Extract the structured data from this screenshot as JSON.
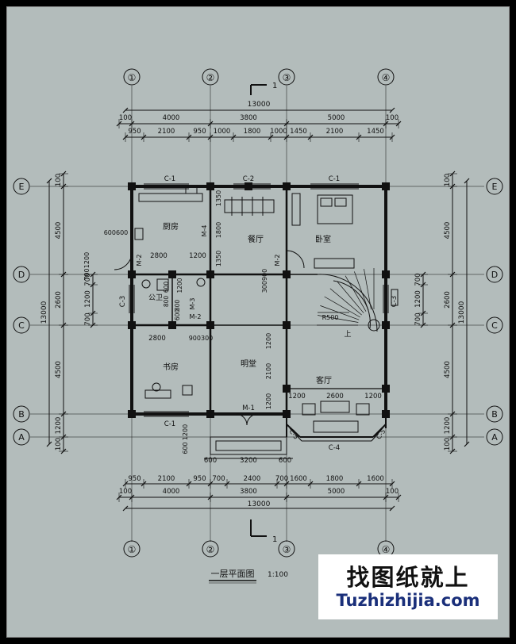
{
  "grid_labels": {
    "cols": [
      "①",
      "②",
      "③",
      "④"
    ],
    "rows": [
      "E",
      "D",
      "C",
      "B",
      "A"
    ]
  },
  "section_mark": "1",
  "dimensions": {
    "top_overall": "13000",
    "top_bays": [
      "100",
      "4000",
      "3800",
      "5000",
      "100"
    ],
    "top_detail": [
      "950",
      "2100",
      "950",
      "1000",
      "1800",
      "1000",
      "1450",
      "2100",
      "1450"
    ],
    "bottom_detail": [
      "950",
      "2100",
      "950",
      "700",
      "2400",
      "700",
      "1600",
      "1800",
      "1600"
    ],
    "bottom_bays": [
      "100",
      "4000",
      "3800",
      "5000",
      "100"
    ],
    "bottom_overall": "13000",
    "side_bays": [
      "100",
      "4500",
      "2600",
      "4500",
      "1200",
      "100"
    ],
    "side_detail": [
      "700",
      "1200",
      "700"
    ],
    "side_overall": "13000",
    "porch": [
      "600",
      "3200",
      "600"
    ],
    "porch_depth": [
      "1200",
      "600"
    ]
  },
  "rooms": {
    "kitchen": "厨房",
    "dining": "餐厅",
    "bedroom": "卧室",
    "toilet": "公卫",
    "study": "书房",
    "hall": "明堂",
    "living": "客厅"
  },
  "labels": {
    "c1": "C-1",
    "c2": "C-2",
    "c3": "C-3",
    "c4": "C-4",
    "c5": "C-5",
    "m1": "M-1",
    "m2": "M-2",
    "m3": "M-3",
    "m4": "M-4",
    "stair_radius": "R500",
    "up": "上"
  },
  "inner_dims": {
    "kitchen_w": "2800",
    "kitchen_door": "1200",
    "kitchen_top": "600600",
    "kitchen_side": "1200",
    "kitchen_side2": "700",
    "dining_v": [
      "1350",
      "1800",
      "1350"
    ],
    "m2_dims": "300900",
    "study_w": "2800",
    "study_door": "900300",
    "toilet_dims": [
      "600",
      "800",
      "1200",
      "600",
      "800"
    ],
    "hall_v": [
      "1200",
      "2100",
      "1200"
    ],
    "living_h": [
      "1200",
      "2600",
      "1200"
    ]
  },
  "title": {
    "name": "一层平面图",
    "scale": "1:100"
  },
  "brand": {
    "cn": "找图纸就上",
    "url": "Tuzhizhijia.com"
  }
}
